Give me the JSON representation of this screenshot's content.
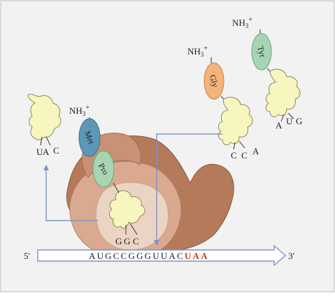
{
  "colors": {
    "background": "#f2f2f2",
    "frame": "#bbbbbb",
    "ribosome_large": "#b47a5a",
    "ribosome_small": "#d9aa90",
    "ribosome_overlay": "#efd9cb",
    "trna": "#f7f6bf",
    "met": "#5d97b8",
    "gly": "#f4b37a",
    "green_aa": "#a6d5b2",
    "arrow": "#7e93c6",
    "stop_codon": "#b8451f"
  },
  "mrna": {
    "five_prime": "5′",
    "three_prime": "3′",
    "codon_prefix": "AUGCCGGGUUAC",
    "stop_codon": "UAA"
  },
  "amino_acids": {
    "met": "Met",
    "pro": "Pro",
    "gly": "Gly",
    "tyr": "Tyr"
  },
  "nh3_label": "NH",
  "nh3_sub": "3",
  "nh3_sup": "+",
  "anticodons": {
    "exiting": [
      "U",
      "A",
      "C"
    ],
    "p_site": [
      "G",
      "G",
      "C"
    ],
    "gly": [
      "C",
      "C",
      "A"
    ],
    "tyr": [
      "A",
      "U",
      "G"
    ]
  }
}
